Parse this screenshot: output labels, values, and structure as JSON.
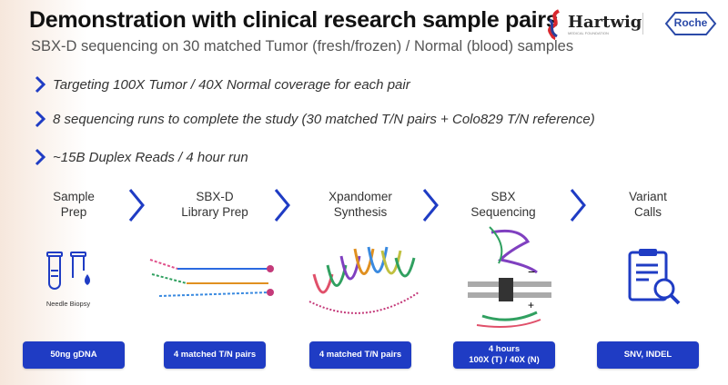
{
  "title": "Demonstration with clinical research sample pairs",
  "subtitle": "SBX-D sequencing on 30 matched Tumor (fresh/frozen) / Normal (blood) samples",
  "logos": {
    "hartwig": "Hartwig",
    "hartwig_sub": "MEDICAL FOUNDATION",
    "roche": "Roche"
  },
  "bullets": [
    "Targeting 100X Tumor / 40X Normal coverage for each pair",
    "8 sequencing runs to complete the study (30 matched T/N pairs + Colo829 T/N reference)",
    "~15B Duplex Reads / 4 hour run"
  ],
  "steps": [
    {
      "l1": "Sample",
      "l2": "Prep",
      "button": "50ng gDNA",
      "b2": "",
      "caption": "Needle Biopsy"
    },
    {
      "l1": "SBX-D",
      "l2": "Library Prep",
      "button": "4 matched T/N pairs",
      "b2": ""
    },
    {
      "l1": "Xpandomer",
      "l2": "Synthesis",
      "button": "4 matched T/N pairs",
      "b2": ""
    },
    {
      "l1": "SBX",
      "l2": "Sequencing",
      "button": "4 hours",
      "b2": "100X (T) / 40X (N)"
    },
    {
      "l1": "Variant",
      "l2": "Calls",
      "button": "SNV, INDEL",
      "b2": ""
    }
  ],
  "colors": {
    "accent": "#1f3cc4"
  }
}
